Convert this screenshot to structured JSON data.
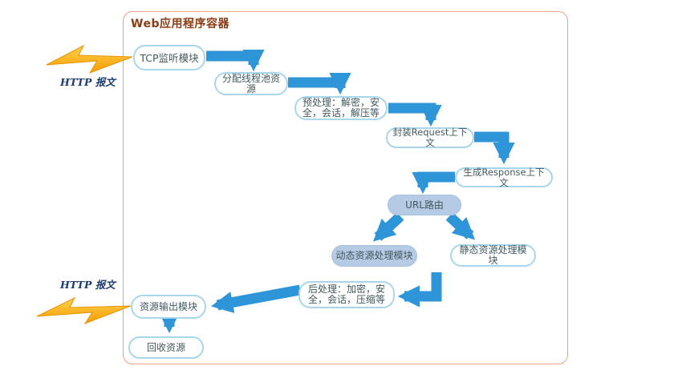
{
  "diagram": {
    "title": "Web应用程序容器",
    "nodes": {
      "tcp_listener": "TCP监听模块",
      "thread_pool": "分配线程池资源",
      "preprocess": "预处理：解密，安全，会话，解压等",
      "wrap_request": "封装Request上下文",
      "gen_response": "生成Response上下文",
      "url_router": "URL路由",
      "dynamic_handler": "动态资源处理模块",
      "static_handler": "静态资源处理模块",
      "postprocess": "后处理：加密，安全，会话，压缩等",
      "resource_output": "资源输出模块",
      "recycle": "回收资源"
    },
    "labels": {
      "http_in": "HTTP 报文",
      "http_out": "HTTP 报文"
    },
    "edges": [
      {
        "from": "http_in",
        "to": "tcp_listener"
      },
      {
        "from": "tcp_listener",
        "to": "thread_pool"
      },
      {
        "from": "thread_pool",
        "to": "preprocess"
      },
      {
        "from": "preprocess",
        "to": "wrap_request"
      },
      {
        "from": "wrap_request",
        "to": "gen_response"
      },
      {
        "from": "gen_response",
        "to": "url_router"
      },
      {
        "from": "url_router",
        "to": "dynamic_handler"
      },
      {
        "from": "url_router",
        "to": "static_handler"
      },
      {
        "from": "dynamic_handler",
        "to": "postprocess"
      },
      {
        "from": "static_handler",
        "to": "postprocess"
      },
      {
        "from": "postprocess",
        "to": "resource_output"
      },
      {
        "from": "resource_output",
        "to": "recycle"
      },
      {
        "from": "resource_output",
        "to": "http_out"
      }
    ],
    "colors": {
      "arrow": "#2e96d8",
      "node_border": "#a8d6ec",
      "node_fill_highlight": "#b5cae4",
      "container_border": "#f0a183",
      "title_text": "#8c3a12",
      "node_text": "#42585c",
      "http_label_text": "#1c3a6e",
      "bolt_yellow": "#ffd44d",
      "bolt_orange": "#f59b00"
    }
  }
}
